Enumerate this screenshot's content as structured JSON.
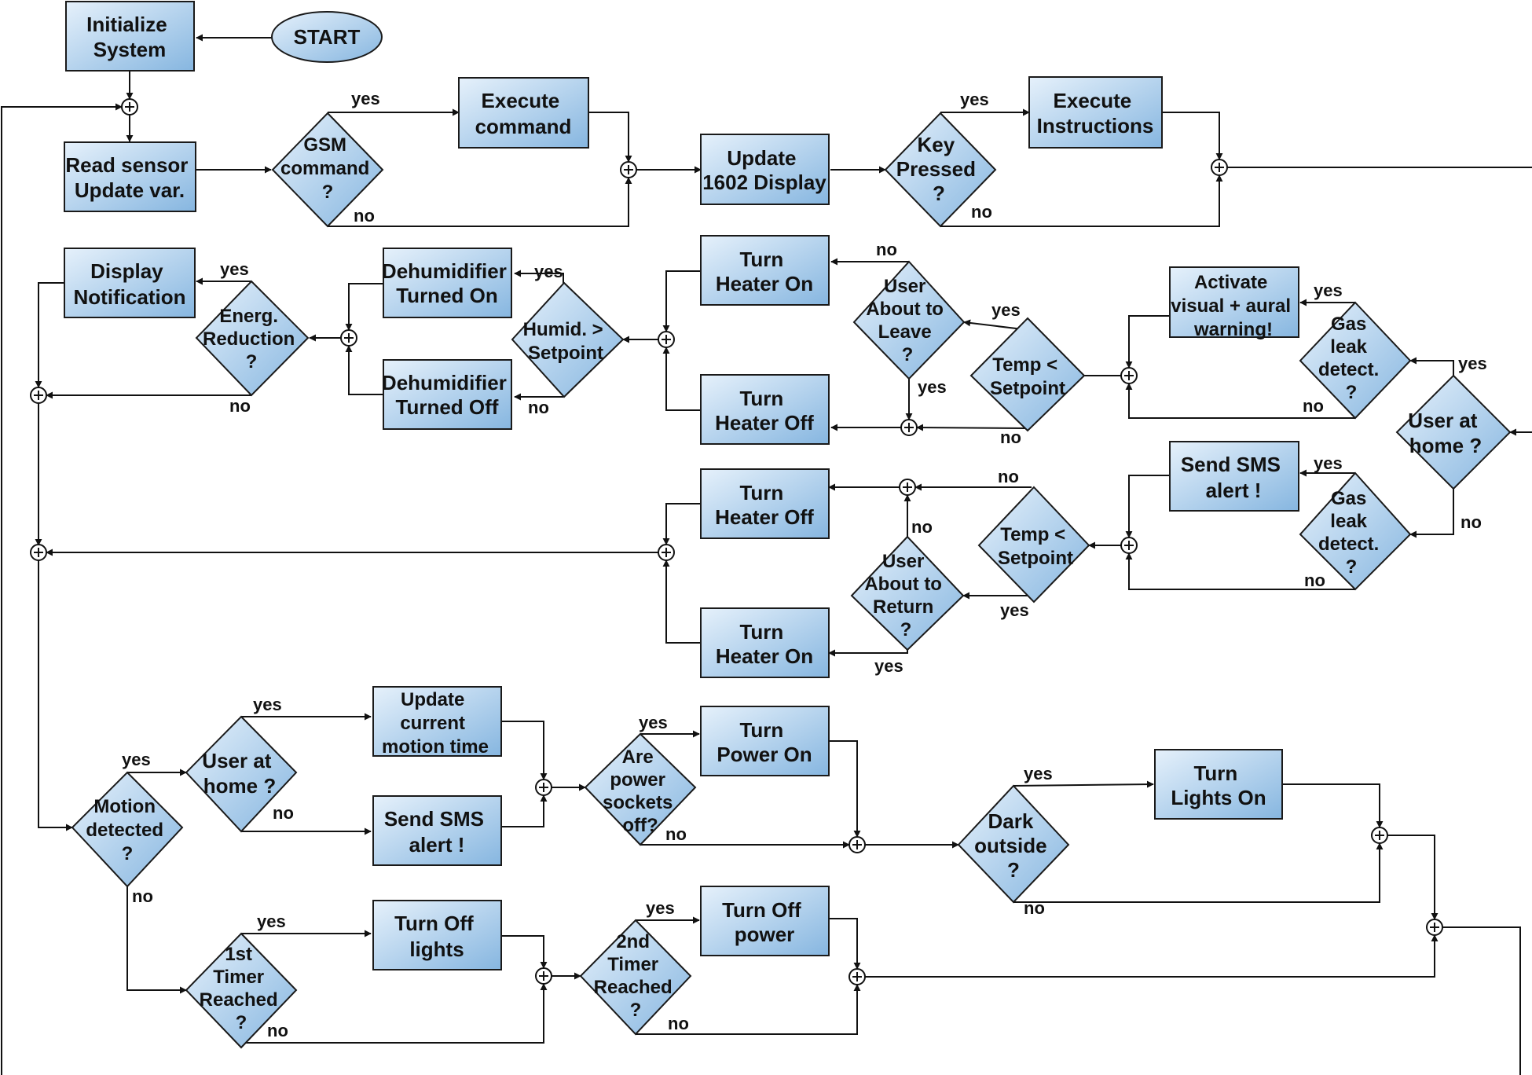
{
  "edge_labels": {
    "yes": "yes",
    "no": "no"
  },
  "nodes": {
    "start": [
      "START"
    ],
    "init": [
      "Initialize",
      "System"
    ],
    "read_sensor": [
      "Read sensor",
      "Update var."
    ],
    "gsm": [
      "GSM",
      "command",
      "?"
    ],
    "exec_cmd": [
      "Execute",
      "command"
    ],
    "update_display": [
      "Update",
      "1602 Display"
    ],
    "key_pressed": [
      "Key",
      "Pressed",
      "?"
    ],
    "exec_instr": [
      "Execute",
      "Instructions"
    ],
    "display_notif": [
      "Display",
      "Notification"
    ],
    "energ_red": [
      "Energ.",
      "Reduction",
      "?"
    ],
    "dehum_on": [
      "Dehumidifier",
      "Turned On"
    ],
    "dehum_off": [
      "Dehumidifier",
      "Turned Off"
    ],
    "humid": [
      "Humid. >",
      "Setpoint"
    ],
    "heater_on_1": [
      "Turn",
      "Heater On"
    ],
    "heater_off_1": [
      "Turn",
      "Heater Off"
    ],
    "user_leave": [
      "User",
      "About to",
      "Leave",
      "?"
    ],
    "temp_1": [
      "Temp <",
      "Setpoint"
    ],
    "activate_warning": [
      "Activate",
      "visual + aural",
      "warning!"
    ],
    "gas_1": [
      "Gas",
      "leak",
      "detect.",
      "?"
    ],
    "user_home": [
      "User at",
      "home ?"
    ],
    "sms_1": [
      "Send SMS",
      "alert !"
    ],
    "gas_2": [
      "Gas",
      "leak",
      "detect.",
      "?"
    ],
    "temp_2": [
      "Temp <",
      "Setpoint"
    ],
    "user_return": [
      "User",
      "About to",
      "Return",
      "?"
    ],
    "heater_off_2": [
      "Turn",
      "Heater Off"
    ],
    "heater_on_2": [
      "Turn",
      "Heater On"
    ],
    "motion": [
      "Motion",
      "detected",
      "?"
    ],
    "user_home_2": [
      "User at",
      "home ?"
    ],
    "update_motion": [
      "Update",
      "current",
      "motion time"
    ],
    "sms_2": [
      "Send SMS",
      "alert !"
    ],
    "power_off_q": [
      "Are",
      "power",
      "sockets",
      "off?"
    ],
    "power_on": [
      "Turn",
      "Power On"
    ],
    "dark": [
      "Dark",
      "outside",
      "?"
    ],
    "lights_on": [
      "Turn",
      "Lights On"
    ],
    "timer1": [
      "1st",
      "Timer",
      "Reached",
      "?"
    ],
    "lights_off": [
      "Turn Off",
      "lights"
    ],
    "timer2": [
      "2nd",
      "Timer",
      "Reached",
      "?"
    ],
    "power_off": [
      "Turn Off",
      "power"
    ]
  }
}
